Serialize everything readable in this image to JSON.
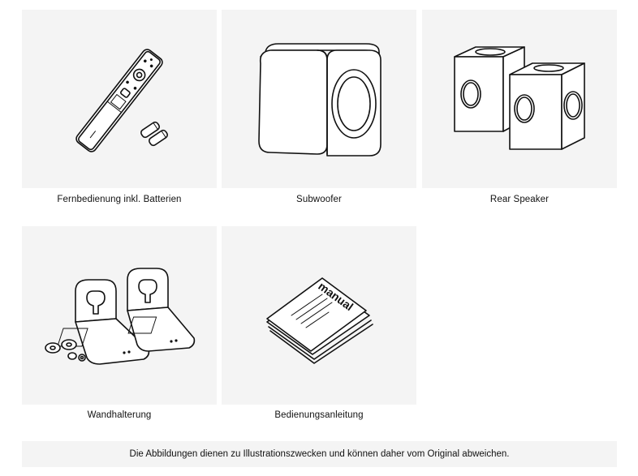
{
  "items": [
    {
      "label": "Fernbedienung inkl. Batterien",
      "icon": "remote-control-icon"
    },
    {
      "label": "Subwoofer",
      "icon": "subwoofer-icon"
    },
    {
      "label": "Rear Speaker",
      "icon": "rear-speaker-icon"
    },
    {
      "label": "Wandhalterung",
      "icon": "wall-mount-icon"
    },
    {
      "label": "Bedienungsanleitung",
      "icon": "manual-icon"
    }
  ],
  "manual_cover_text": "manual",
  "disclaimer": "Die Abbildungen dienen zu Illustrationszwecken und können daher vom Original abweichen."
}
